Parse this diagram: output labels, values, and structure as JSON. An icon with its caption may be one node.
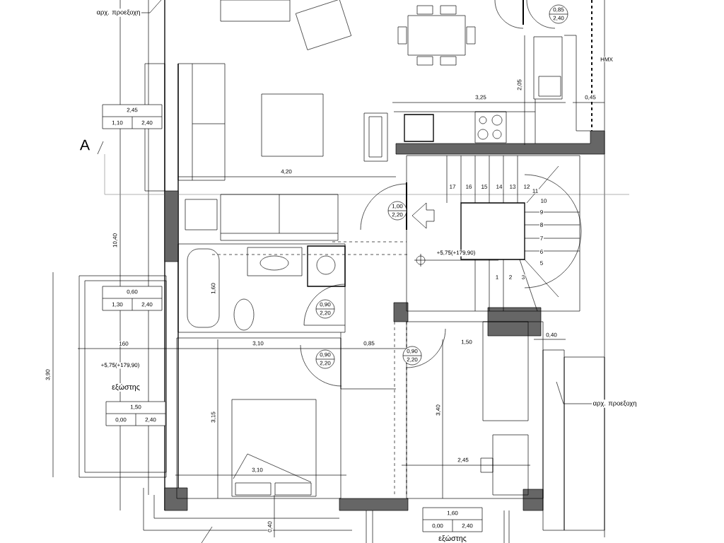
{
  "diagram": {
    "nodes": [
      {
        "text": [
          "αρχ. προεξοχη"
        ]
      },
      {
        "text": [
          "αρχ. προεξοχη"
        ]
      }
    ],
    "edges": [
      {
        "from": 0,
        "to": null,
        "arrow": "none"
      },
      {
        "from": 1,
        "to": null,
        "arrow": "none"
      }
    ],
    "labels": [
      "0,85",
      "2,40",
      "HMX",
      "3,25",
      "2,05",
      "0,45",
      "2,45",
      "1,10",
      "2,40",
      "A",
      "4,20",
      "17",
      "16",
      "15",
      "14",
      "13",
      "12",
      "11",
      "10",
      "9",
      "8",
      "7",
      "6",
      "5",
      "1",
      "2",
      "3",
      "1,00",
      "2,20",
      "10,40",
      "+5,75(+179,90)",
      "1,60",
      "0,60",
      "1,30",
      "2,40",
      "0,90",
      "2,20",
      "160",
      "3,10",
      "0,85",
      "1,50",
      "0,40",
      "0,90",
      "2,20",
      "0,90",
      "2,20",
      "3,90",
      "+5,75(+179,90)",
      "εξώστης",
      "1,50",
      "0,00",
      "2,40",
      "3,15",
      "3,40",
      "3,10",
      "2,45",
      "0,40",
      "1,60",
      "0,00",
      "2,40",
      "εξώστης"
    ]
  }
}
